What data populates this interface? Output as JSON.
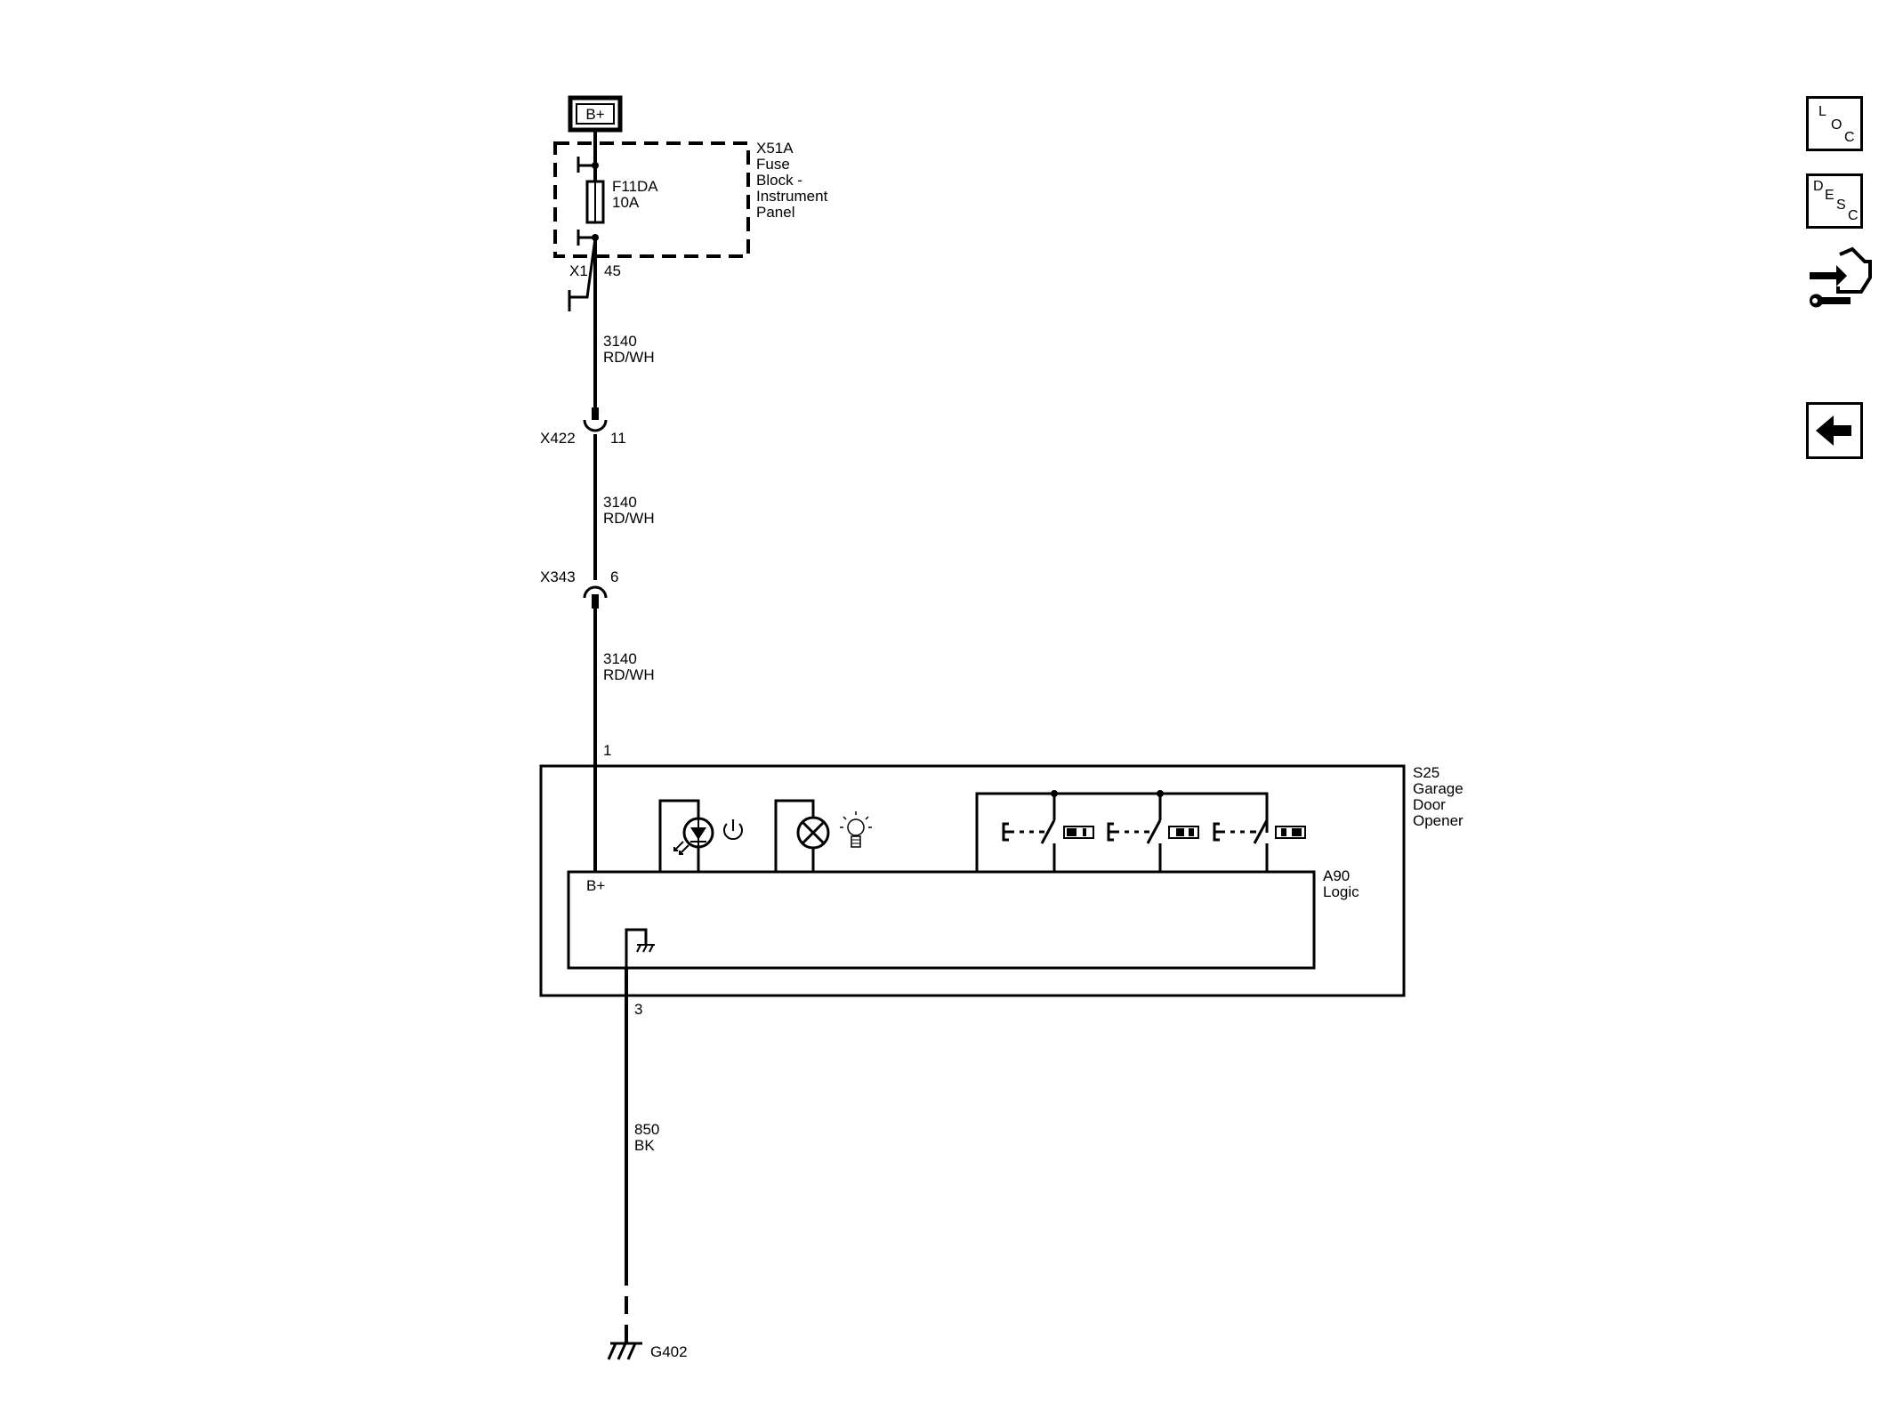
{
  "power": {
    "label": "B+"
  },
  "fuse_block": {
    "ref": "X51A",
    "name_lines": [
      "Fuse",
      "Block -",
      "Instrument",
      "Panel"
    ],
    "fuse_id": "F11DA",
    "fuse_rating": "10A",
    "out_connector": "X1",
    "out_pin": "45"
  },
  "wire_segments": [
    {
      "circuit": "3140",
      "color": "RD/WH"
    },
    {
      "circuit": "3140",
      "color": "RD/WH"
    },
    {
      "circuit": "3140",
      "color": "RD/WH"
    }
  ],
  "inline_connectors": [
    {
      "ref": "X422",
      "pin": "11"
    },
    {
      "ref": "X343",
      "pin": "6"
    }
  ],
  "component": {
    "ref": "S25",
    "name_lines": [
      "Garage",
      "Door",
      "Opener"
    ],
    "power_pin": "1",
    "ground_pin": "3",
    "module_ref": "A90",
    "module_name": "Logic",
    "module_power_label": "B+"
  },
  "ground_wire": {
    "circuit": "850",
    "color": "BK"
  },
  "ground": {
    "ref": "G402"
  },
  "nav": {
    "loc": [
      "L",
      "O",
      "C"
    ],
    "desc": [
      "D",
      "E",
      "S",
      "C"
    ]
  },
  "icons": [
    "loc-button-icon",
    "desc-button-icon",
    "diagnostic-routing-icon",
    "back-arrow-icon"
  ]
}
